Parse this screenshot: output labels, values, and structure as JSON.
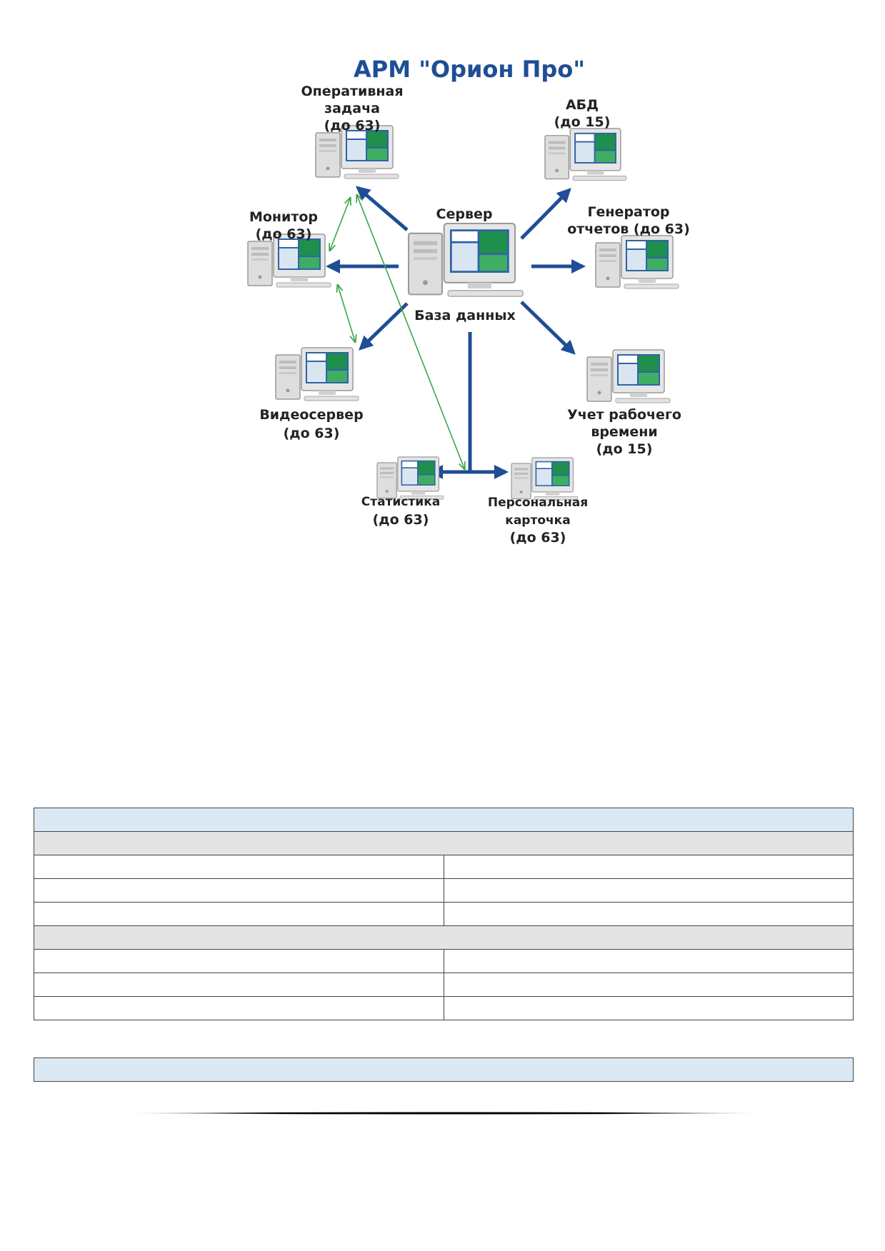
{
  "diagram": {
    "title": "АРМ \"Орион Про\"",
    "nodes": [
      {
        "id": "operative",
        "icon": "computer-icon",
        "lines": [
          "Оперативная",
          "задача",
          "(до 63)"
        ]
      },
      {
        "id": "abd",
        "icon": "computer-icon",
        "lines": [
          "АБД",
          "(до 15)"
        ]
      },
      {
        "id": "monitor",
        "icon": "computer-icon",
        "lines": [
          "Монитор",
          "(до 63)"
        ]
      },
      {
        "id": "server",
        "icon": "computer-icon",
        "lines": [
          "Сервер"
        ],
        "sub_label": "База данных"
      },
      {
        "id": "report-generator",
        "icon": "computer-icon",
        "lines": [
          "Генератор",
          "отчетов (до 63)"
        ]
      },
      {
        "id": "video-server",
        "icon": "computer-icon",
        "lines": [
          "Видеосервер",
          "(до 63)"
        ]
      },
      {
        "id": "time-tracking",
        "icon": "computer-icon",
        "lines": [
          "Учет рабочего",
          "времени",
          "(до 15)"
        ]
      },
      {
        "id": "statistics",
        "icon": "computer-icon",
        "lines": [
          "Статистика",
          "(до 63)"
        ]
      },
      {
        "id": "personal-card",
        "icon": "computer-icon",
        "lines": [
          "Персональная",
          "карточка",
          "(до 63)"
        ]
      }
    ],
    "colors": {
      "title": "#1f4e96",
      "blue_arrow": "#1f4e96",
      "green_arrow": "#3aa64a"
    }
  },
  "table_1": {
    "header": "",
    "groups": [
      {
        "label": "",
        "rows": [
          [
            "",
            ""
          ],
          [
            "",
            ""
          ],
          [
            "",
            ""
          ]
        ]
      },
      {
        "label": "",
        "rows": [
          [
            "",
            ""
          ],
          [
            "",
            ""
          ],
          [
            "",
            ""
          ]
        ]
      }
    ]
  },
  "table_2": {
    "header": ""
  },
  "colors": {
    "table_header_bg": "#dbe9f4",
    "table_group_bg": "#e4e4e4",
    "table_border": "#444444"
  }
}
